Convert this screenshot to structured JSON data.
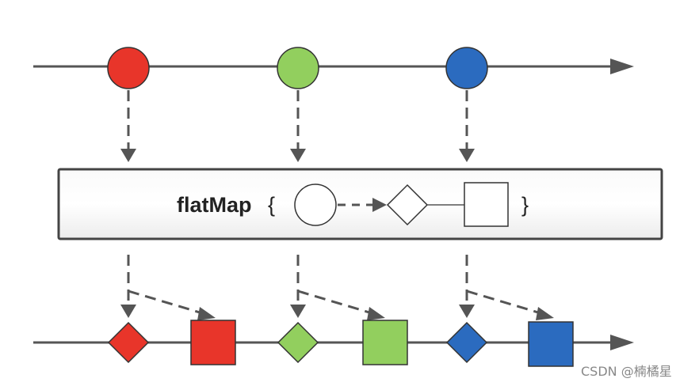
{
  "operator": {
    "name": "flatMap",
    "open_brace": "{",
    "close_brace": "}"
  },
  "source_items": [
    {
      "color": "#e8352a",
      "shape": "circle"
    },
    {
      "color": "#92cf5e",
      "shape": "circle"
    },
    {
      "color": "#2b6bbf",
      "shape": "circle"
    }
  ],
  "output_items": [
    {
      "color": "#e8352a",
      "shapes": [
        "diamond",
        "square"
      ]
    },
    {
      "color": "#92cf5e",
      "shapes": [
        "diamond",
        "square"
      ]
    },
    {
      "color": "#2b6bbf",
      "shapes": [
        "diamond",
        "square"
      ]
    }
  ],
  "colors": {
    "timeline": "#555555",
    "dashed_arrow": "#555555",
    "box_fill": "#f4f4f4",
    "box_border": "#444444"
  },
  "watermark": "CSDN @楠橘星"
}
